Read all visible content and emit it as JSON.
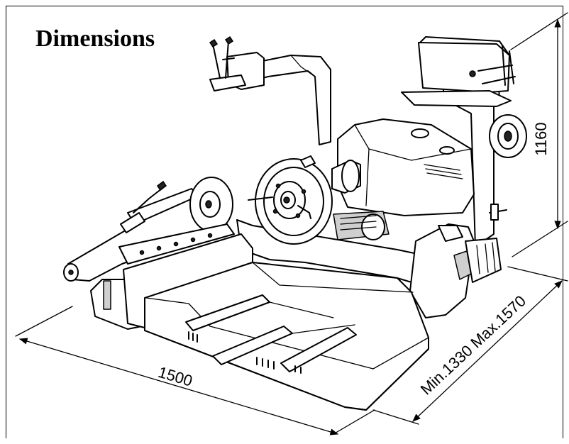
{
  "title": "Dimensions",
  "dimensions": {
    "height": "1160",
    "length": "1500",
    "width_range": "Min.1330  Max.1570"
  },
  "colors": {
    "line": "#000000",
    "background": "#ffffff"
  }
}
